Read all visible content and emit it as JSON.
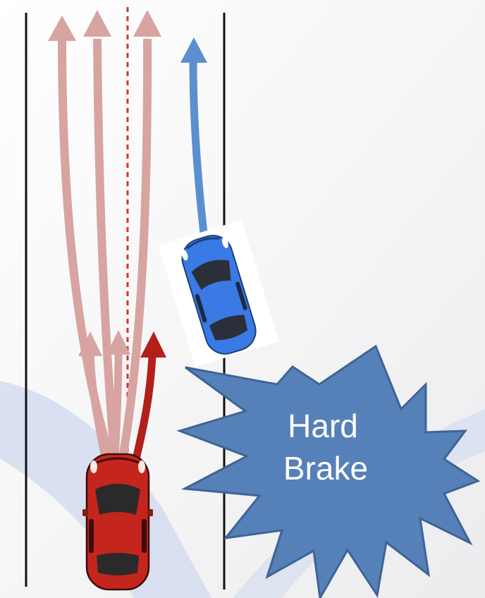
{
  "callout": {
    "line1": "Hard",
    "line2": "Brake"
  },
  "colors": {
    "background": "#f2f2f3",
    "background_swoosh": "#cfd8ef",
    "lane_line": "#111111",
    "center_dash": "#d9302b",
    "candidate_trajectory": "#d7a4a1",
    "chosen_trajectory": "#b2201b",
    "other_vehicle_trajectory": "#5b8fcf",
    "ego_car": "#c4251d",
    "other_car": "#3a7ae4",
    "callout_fill": "#5680b8",
    "callout_stroke": "#3e6496",
    "callout_text": "#ffffff"
  },
  "icons": {
    "ego_vehicle": "red-car-icon",
    "other_vehicle": "blue-car-icon",
    "event": "starburst-callout"
  }
}
